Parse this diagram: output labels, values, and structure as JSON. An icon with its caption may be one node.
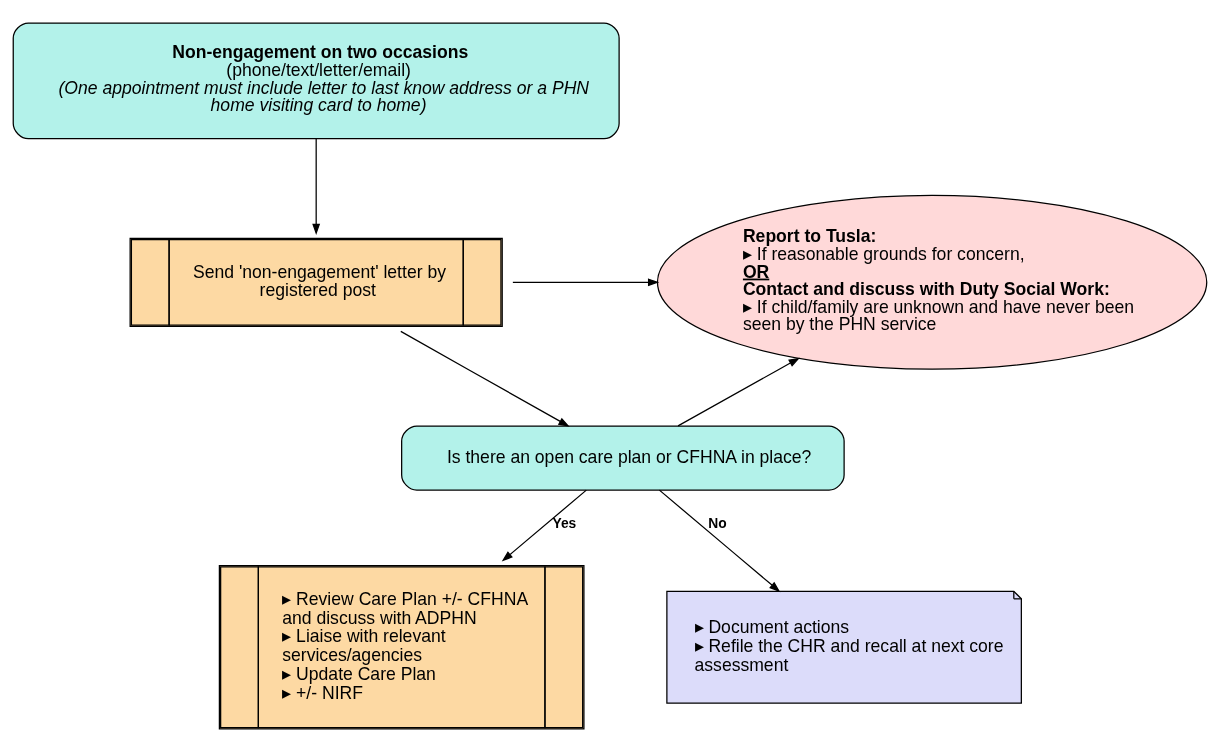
{
  "diagram": {
    "nodes": [
      {
        "text": [
          "Non-engagement on two occasions",
          "(phone/text/letter/email)",
          "(One appointment must include letter to last know address or a PHN home visiting card to home)"
        ]
      },
      {
        "text": [
          "Send 'non-engagement' letter by registered post"
        ]
      },
      {
        "text": [
          "Is there an open care plan or CFHNA in place?"
        ]
      },
      {
        "text": [
          "Report to Tusla:",
          "▸ If reasonable grounds for concern,",
          "OR",
          "Contact and discuss with Duty Social Work:",
          "▸ If child/family are unknown and have never been seen by the PHN service"
        ]
      },
      {
        "text": [
          "▸ Review Care Plan +/- CFHNA and discuss with ADPHN",
          "▸ Liaise with relevant services/agencies",
          "▸ Update Care Plan",
          "▸ +/- NIRF"
        ]
      },
      {
        "text": [
          "▸ Document actions",
          "▸ Refile the CHR and recall at next core assessment"
        ]
      }
    ],
    "edges": [
      {
        "from": 0,
        "to": 1,
        "arrow": "to"
      },
      {
        "from": 1,
        "to": 3,
        "arrow": "to"
      },
      {
        "from": 1,
        "to": 2,
        "arrow": "to"
      },
      {
        "from": 2,
        "to": 3,
        "arrow": "to"
      },
      {
        "from": 2,
        "to": 4,
        "label": "Yes",
        "arrow": "to"
      },
      {
        "from": 2,
        "to": 5,
        "label": "No",
        "arrow": "to"
      }
    ]
  }
}
